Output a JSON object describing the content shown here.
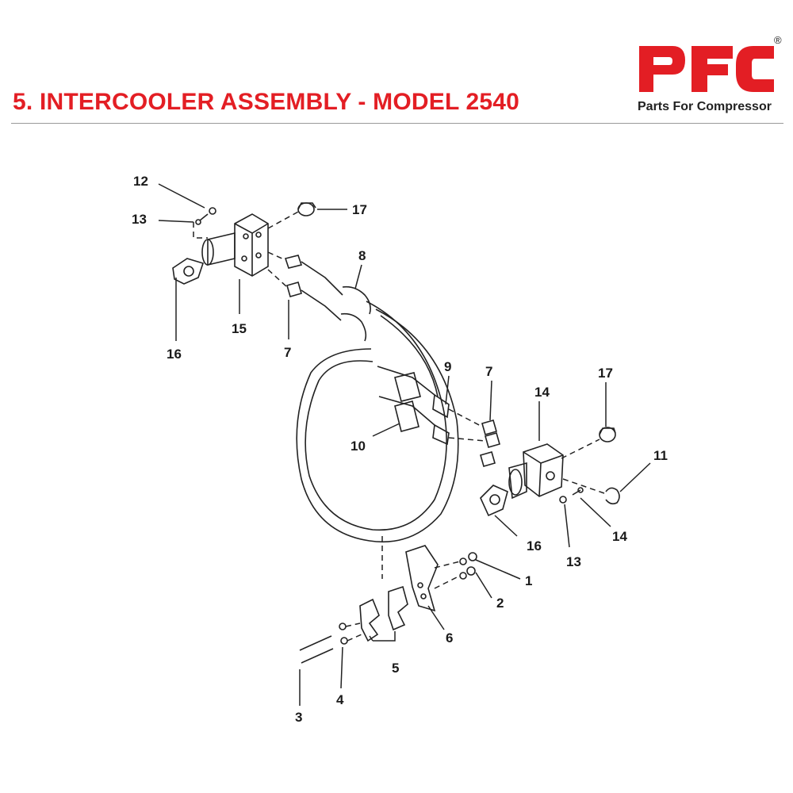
{
  "header": {
    "title": "5. INTERCOOLER ASSEMBLY - MODEL 2540"
  },
  "logo": {
    "letters": "PFC",
    "tagline": "Parts For Compressor",
    "registered_mark": "®",
    "color": "#e31e24"
  },
  "callouts": [
    {
      "id": "c12a",
      "text": "12"
    },
    {
      "id": "c13a",
      "text": "13"
    },
    {
      "id": "c17a",
      "text": "17"
    },
    {
      "id": "c8",
      "text": "8"
    },
    {
      "id": "c16a",
      "text": "16"
    },
    {
      "id": "c15",
      "text": "15"
    },
    {
      "id": "c7a",
      "text": "7"
    },
    {
      "id": "c9",
      "text": "9"
    },
    {
      "id": "c7b",
      "text": "7"
    },
    {
      "id": "c14a",
      "text": "14"
    },
    {
      "id": "c17b",
      "text": "17"
    },
    {
      "id": "c10",
      "text": "10"
    },
    {
      "id": "c11",
      "text": "11"
    },
    {
      "id": "c16b",
      "text": "16"
    },
    {
      "id": "c13b",
      "text": "13"
    },
    {
      "id": "c14b",
      "text": "14"
    },
    {
      "id": "c1",
      "text": "1"
    },
    {
      "id": "c2",
      "text": "2"
    },
    {
      "id": "c6",
      "text": "6"
    },
    {
      "id": "c5",
      "text": "5"
    },
    {
      "id": "c3",
      "text": "3"
    },
    {
      "id": "c4",
      "text": "4"
    }
  ]
}
